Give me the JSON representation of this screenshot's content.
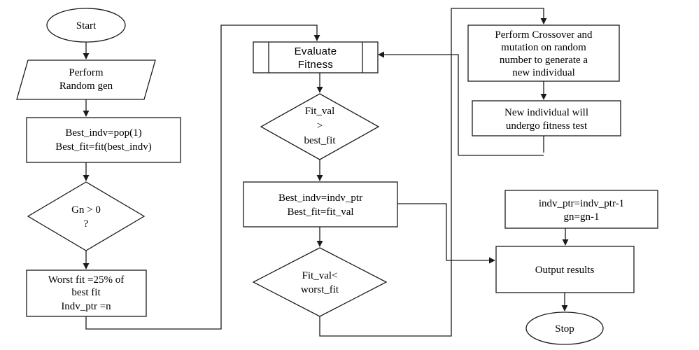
{
  "flowchart": {
    "start": "Start",
    "random_gen": [
      "Perform",
      "Random gen"
    ],
    "init": [
      "Best_indv=pop(1)",
      "Best_fit=fit(best_indv)"
    ],
    "gn_check": [
      "Gn > 0",
      "?"
    ],
    "worst_fit": [
      "Worst fit =25% of",
      "best fit",
      "Indv_ptr =n"
    ],
    "evaluate": [
      "Evaluate",
      "Fitness"
    ],
    "fit_gt": [
      "Fit_val",
      ">",
      "best_fit"
    ],
    "update_best": [
      "Best_indv=indv_ptr",
      "Best_fit=fit_val"
    ],
    "fit_lt": [
      "Fit_val<",
      "worst_fit"
    ],
    "crossover": [
      "Perform Crossover and",
      "mutation on random",
      "number to generate a",
      "new individual"
    ],
    "new_individual": [
      "New individual will",
      "undergo fitness test"
    ],
    "decrement": [
      "indv_ptr=indv_ptr-1",
      "gn=gn-1"
    ],
    "output": "Output results",
    "stop": "Stop"
  }
}
